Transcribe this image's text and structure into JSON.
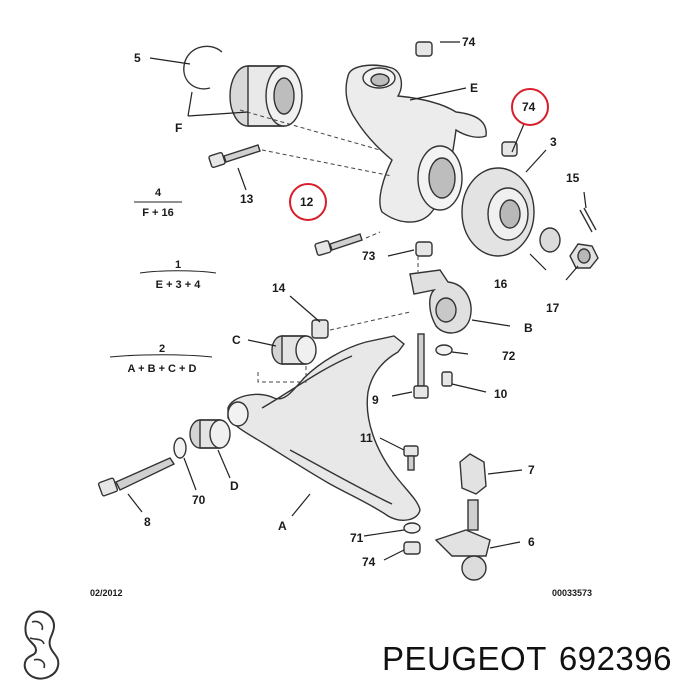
{
  "callouts": [
    {
      "id": "c5",
      "text": "5"
    },
    {
      "id": "c74a",
      "text": "74"
    },
    {
      "id": "cE",
      "text": "E"
    },
    {
      "id": "c74b",
      "text": "74"
    },
    {
      "id": "cF",
      "text": "F"
    },
    {
      "id": "c3",
      "text": "3"
    },
    {
      "id": "c13",
      "text": "13"
    },
    {
      "id": "c15",
      "text": "15"
    },
    {
      "id": "c12",
      "text": "12"
    },
    {
      "id": "c73",
      "text": "73"
    },
    {
      "id": "c16",
      "text": "16"
    },
    {
      "id": "c17",
      "text": "17"
    },
    {
      "id": "c14",
      "text": "14"
    },
    {
      "id": "cB",
      "text": "B"
    },
    {
      "id": "cC",
      "text": "C"
    },
    {
      "id": "c72",
      "text": "72"
    },
    {
      "id": "c9",
      "text": "9"
    },
    {
      "id": "c10",
      "text": "10"
    },
    {
      "id": "c11",
      "text": "11"
    },
    {
      "id": "c7",
      "text": "7"
    },
    {
      "id": "c70",
      "text": "70"
    },
    {
      "id": "cD",
      "text": "D"
    },
    {
      "id": "c8",
      "text": "8"
    },
    {
      "id": "cA",
      "text": "A"
    },
    {
      "id": "c71",
      "text": "71"
    },
    {
      "id": "c6",
      "text": "6"
    },
    {
      "id": "c74c",
      "text": "74"
    }
  ],
  "fractions": [
    {
      "top": "4",
      "bottom": "F + 16"
    },
    {
      "top": "1",
      "bottom": "E + 3 + 4"
    },
    {
      "top": "2",
      "bottom": "A + B + C + D"
    }
  ],
  "footer": {
    "date": "02/2012",
    "ref": "00033573"
  },
  "brand": {
    "name": "PEUGEOT",
    "part_number": "692396"
  },
  "colors": {
    "highlight_ring": "#d81e2a",
    "line": "#222222",
    "part_fill": "#e8e8e8"
  },
  "icons": {
    "logo": "peugeot-lion-logo"
  }
}
